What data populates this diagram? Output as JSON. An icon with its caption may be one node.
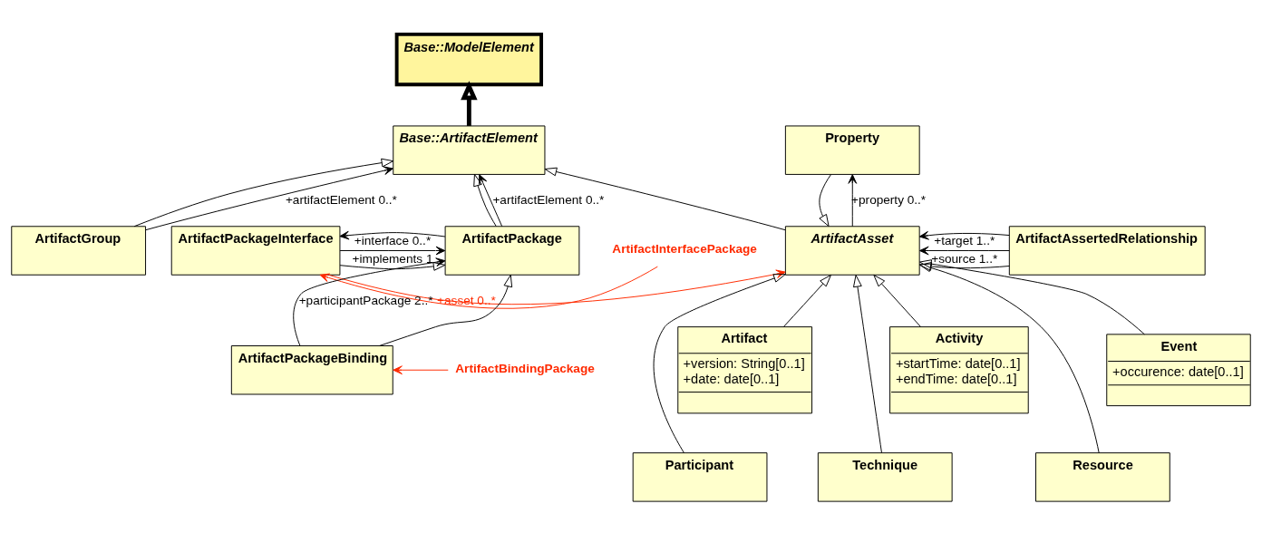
{
  "diagram": {
    "nodes": [
      {
        "text": [
          "Base::ModelElement"
        ]
      },
      {
        "text": [
          "ArtifactInterfacePackage"
        ]
      },
      {
        "text": [
          "ArtifactGroup"
        ]
      },
      {
        "text": [
          "Base::ArtifactElement"
        ]
      },
      {
        "text": [
          "Property"
        ]
      },
      {
        "text": [
          "ArtifactPackageInterface"
        ]
      },
      {
        "text": [
          "ArtifactPackage"
        ]
      },
      {
        "text": [
          "ArtifactAsset"
        ]
      },
      {
        "text": [
          "ArtifactAssertedRelationship"
        ]
      },
      {
        "text": [
          "ArtifactPackageBinding"
        ]
      },
      {
        "text": [
          "ArtifactBindingPackage"
        ]
      },
      {
        "text": [
          "Artifact",
          "+version: String[0..1]",
          "+date: date[0..1]"
        ]
      },
      {
        "text": [
          "Activity",
          "+startTime: date[0..1]",
          "+endTime: date[0..1]"
        ]
      },
      {
        "text": [
          "Event",
          "+occurence: date[0..1]"
        ]
      },
      {
        "text": [
          "Participant"
        ]
      },
      {
        "text": [
          "Technique"
        ]
      },
      {
        "text": [
          "Resource"
        ]
      }
    ],
    "edges": [
      {
        "from": 1,
        "to": 5,
        "arrow": "to",
        "color": "#ff2a00"
      },
      {
        "from": 10,
        "to": 9,
        "arrow": "to",
        "color": "#ff2a00"
      },
      {
        "from": 3,
        "to": 0,
        "arrow": "to",
        "style": "thick"
      },
      {
        "from": 2,
        "to": 3,
        "arrow": "to",
        "label": "+artifactElement 0..*"
      },
      {
        "from": 2,
        "to": 3,
        "arrow": "to"
      },
      {
        "from": 6,
        "to": 3,
        "arrow": "to",
        "label": "+artifactElement 0..*"
      },
      {
        "from": 6,
        "to": 3,
        "arrow": "to"
      },
      {
        "from": 5,
        "to": 6,
        "arrow": "to",
        "label": "+implements 1"
      },
      {
        "from": 5,
        "to": 6,
        "arrow": "to"
      },
      {
        "from": 6,
        "to": 5,
        "arrow": "to",
        "label": "+interface 0..*"
      },
      {
        "from": 9,
        "to": 6,
        "arrow": "to",
        "label": "+participantPackage 2..*"
      },
      {
        "from": 9,
        "to": 6,
        "arrow": "to"
      },
      {
        "from": 5,
        "to": 7,
        "arrow": "to",
        "label": "+asset 0..*",
        "color": "#ff2a00"
      },
      {
        "from": 7,
        "to": 3,
        "arrow": "to"
      },
      {
        "from": 4,
        "to": 7,
        "arrow": "to"
      },
      {
        "from": 7,
        "to": 4,
        "arrow": "to",
        "label": "+property 0..*"
      },
      {
        "from": 8,
        "to": 7,
        "arrow": "to",
        "label": "+target 1..*"
      },
      {
        "from": 8,
        "to": 7,
        "arrow": "to",
        "label": "+source 1..*"
      },
      {
        "from": 8,
        "to": 7,
        "arrow": "to"
      },
      {
        "from": 11,
        "to": 7,
        "arrow": "to"
      },
      {
        "from": 12,
        "to": 7,
        "arrow": "to"
      },
      {
        "from": 13,
        "to": 7,
        "arrow": "to"
      },
      {
        "from": 14,
        "to": 7,
        "arrow": "to"
      },
      {
        "from": 15,
        "to": 7,
        "arrow": "to"
      },
      {
        "from": 16,
        "to": 7,
        "arrow": "to"
      }
    ]
  }
}
